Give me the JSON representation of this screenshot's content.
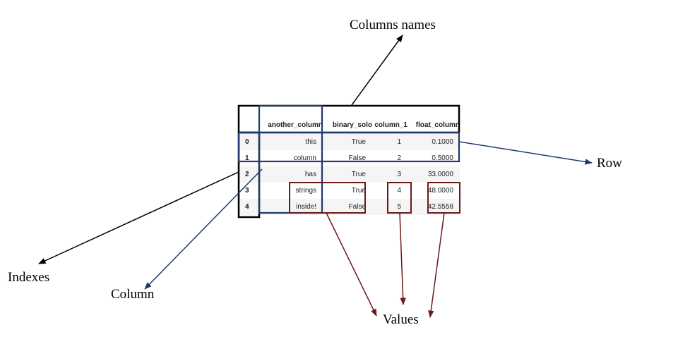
{
  "table": {
    "columns": [
      "",
      "another_column",
      "binary_solo",
      "column_1",
      "float_column"
    ],
    "rows": [
      {
        "index": "0",
        "another_column": "this",
        "binary_solo": "True",
        "column_1": "1",
        "float_column": "0.1000"
      },
      {
        "index": "1",
        "another_column": "column",
        "binary_solo": "False",
        "column_1": "2",
        "float_column": "0.5000"
      },
      {
        "index": "2",
        "another_column": "has",
        "binary_solo": "True",
        "column_1": "3",
        "float_column": "33.0000"
      },
      {
        "index": "3",
        "another_column": "strings",
        "binary_solo": "True",
        "column_1": "4",
        "float_column": "48.0000"
      },
      {
        "index": "4",
        "another_column": "inside!",
        "binary_solo": "False",
        "column_1": "5",
        "float_column": "42.5558"
      }
    ]
  },
  "callouts": {
    "columns_names": "Columns names",
    "row": "Row",
    "indexes": "Indexes",
    "column": "Column",
    "values": "Values"
  },
  "colors": {
    "black": "#000000",
    "navy": "#1f3a6e",
    "maroon": "#6b1a1a"
  }
}
